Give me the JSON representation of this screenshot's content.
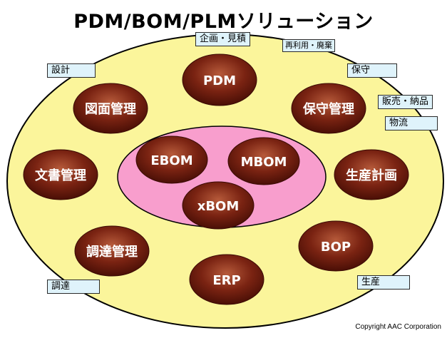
{
  "title": "PDM/BOM/PLMソリューション",
  "colors": {
    "outer_fill": "#fbf59b",
    "inner_fill": "#f89ecd",
    "node_dark": "#5a170d",
    "node_mid": "#8a2c16",
    "node_light": "#b65a3a"
  },
  "outer_nodes": [
    {
      "id": "pdm",
      "label": "PDM"
    },
    {
      "id": "zumen",
      "label": "図面管理"
    },
    {
      "id": "hoshu",
      "label": "保守管理"
    },
    {
      "id": "bunsho",
      "label": "文書管理"
    },
    {
      "id": "seisan",
      "label": "生産計画"
    },
    {
      "id": "chotatsu",
      "label": "調達管理"
    },
    {
      "id": "bop",
      "label": "BOP"
    },
    {
      "id": "erp",
      "label": "ERP"
    }
  ],
  "inner_nodes": [
    {
      "id": "ebom",
      "label": "EBOM"
    },
    {
      "id": "mbom",
      "label": "MBOM"
    },
    {
      "id": "xbom",
      "label": "xBOM"
    }
  ],
  "stage_labels": {
    "kikaku": "企画・見積",
    "sekkei": "設計",
    "sairiyou": "再利用・廃棄",
    "hoshu": "保守",
    "hanbai": "販売・納品",
    "butsuryu": "物流",
    "chotatsu": "調達",
    "seisan": "生産"
  },
  "copyright": "Copyright AAC Corporation"
}
